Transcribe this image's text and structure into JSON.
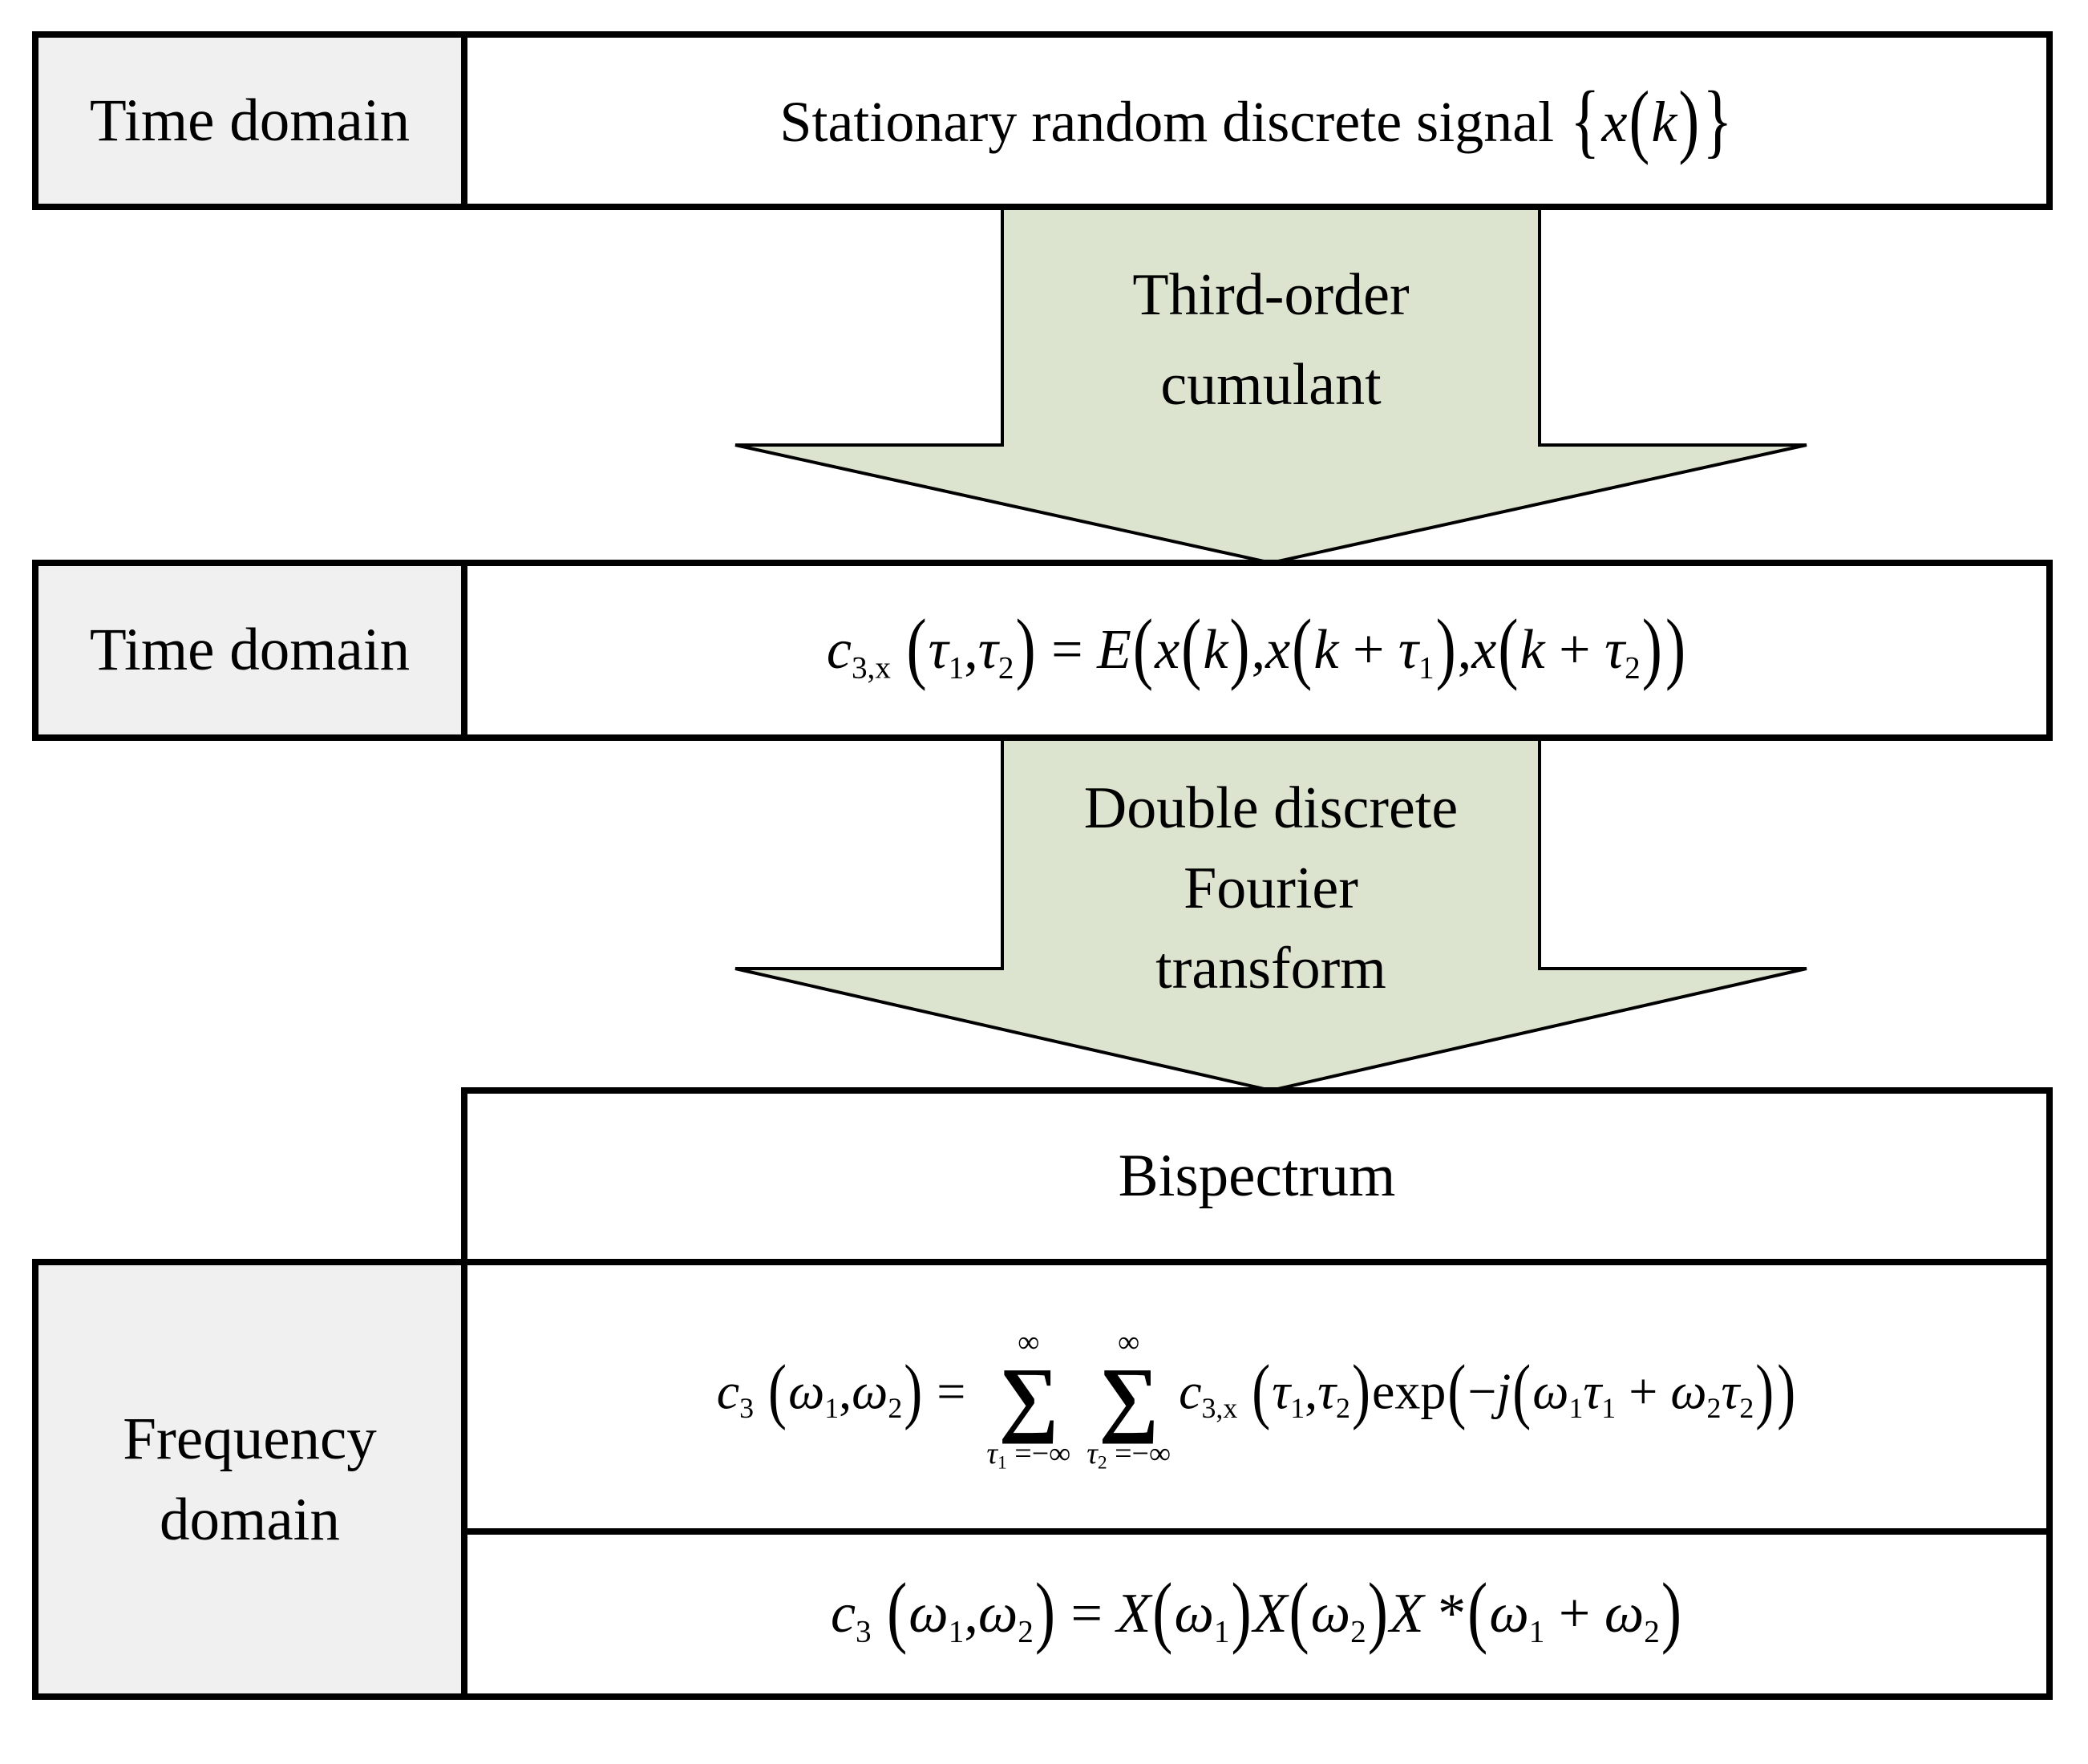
{
  "colors": {
    "arrow_fill": "#dce3ce",
    "label_bg": "#f0f0f0",
    "border": "#000000",
    "background": "#ffffff"
  },
  "row_top": {
    "label": "Time domain",
    "signal_tokens": [
      {
        "t": "Stationary random discrete signal  "
      },
      {
        "t": "{",
        "big": true
      },
      {
        "t": "x",
        "i": true
      },
      {
        "t": "(",
        "big": true
      },
      {
        "t": "k",
        "i": true
      },
      {
        "t": ")",
        "big": true
      },
      {
        "t": "}",
        "big": true
      }
    ]
  },
  "arrow_third_order": {
    "lines": [
      "Third-order",
      "cumulant"
    ]
  },
  "row_cumulant": {
    "label": "Time domain",
    "formula": [
      {
        "t": "c",
        "i": true
      },
      {
        "t": "3,x",
        "sub": true
      },
      {
        "t": " "
      },
      {
        "t": "(",
        "big": true
      },
      {
        "t": "τ",
        "i": true
      },
      {
        "t": "1",
        "sub": true
      },
      {
        "t": ","
      },
      {
        "t": "τ",
        "i": true
      },
      {
        "t": "2",
        "sub": true
      },
      {
        "t": ")",
        "big": true
      },
      {
        "t": " = "
      },
      {
        "t": "E",
        "i": true
      },
      {
        "t": "(",
        "big": true
      },
      {
        "t": "x",
        "i": true
      },
      {
        "t": "(",
        "big": true
      },
      {
        "t": "k",
        "i": true
      },
      {
        "t": ")",
        "big": true
      },
      {
        "t": ","
      },
      {
        "t": "x",
        "i": true
      },
      {
        "t": "(",
        "big": true
      },
      {
        "t": "k",
        "i": true
      },
      {
        "t": " + "
      },
      {
        "t": "τ",
        "i": true
      },
      {
        "t": "1",
        "sub": true
      },
      {
        "t": ")",
        "big": true
      },
      {
        "t": ","
      },
      {
        "t": "x",
        "i": true
      },
      {
        "t": "(",
        "big": true
      },
      {
        "t": "k",
        "i": true
      },
      {
        "t": " + "
      },
      {
        "t": "τ",
        "i": true
      },
      {
        "t": "2",
        "sub": true
      },
      {
        "t": ")",
        "big": true
      },
      {
        "t": ")",
        "big": true
      }
    ]
  },
  "arrow_dft": {
    "lines": [
      "Double discrete",
      "Fourier",
      "transform"
    ]
  },
  "bispectrum": {
    "title": "Bispectrum"
  },
  "frequency_domain": {
    "lines": [
      "Frequency",
      "domain"
    ]
  },
  "bispectrum_formula_sum": [
    {
      "t": "c",
      "i": true
    },
    {
      "t": "3",
      "sub": true
    },
    {
      "t": " "
    },
    {
      "t": "(",
      "big": true
    },
    {
      "t": "ω",
      "i": true
    },
    {
      "t": "1",
      "sub": true
    },
    {
      "t": ","
    },
    {
      "t": "ω",
      "i": true
    },
    {
      "t": "2",
      "sub": true
    },
    {
      "t": ")",
      "big": true
    },
    {
      "t": " = "
    },
    {
      "type": "sum",
      "sym": "∑",
      "top": [
        {
          "t": "∞"
        }
      ],
      "bot": [
        {
          "t": "τ",
          "i": true
        },
        {
          "t": "1",
          "sub": true
        },
        {
          "t": " =−∞"
        }
      ]
    },
    {
      "type": "sum",
      "sym": "∑",
      "top": [
        {
          "t": "∞"
        }
      ],
      "bot": [
        {
          "t": "τ",
          "i": true
        },
        {
          "t": "2",
          "sub": true
        },
        {
          "t": " =−∞"
        }
      ]
    },
    {
      "t": "c",
      "i": true
    },
    {
      "t": "3,x",
      "sub": true
    },
    {
      "t": " "
    },
    {
      "t": "(",
      "big": true
    },
    {
      "t": "τ",
      "i": true
    },
    {
      "t": "1",
      "sub": true
    },
    {
      "t": ","
    },
    {
      "t": "τ",
      "i": true
    },
    {
      "t": "2",
      "sub": true
    },
    {
      "t": ")",
      "big": true
    },
    {
      "t": "exp"
    },
    {
      "t": "(",
      "big": true
    },
    {
      "t": "−"
    },
    {
      "t": "j",
      "i": true
    },
    {
      "t": "(",
      "big": true
    },
    {
      "t": "ω",
      "i": true
    },
    {
      "t": "1",
      "sub": true
    },
    {
      "t": "τ",
      "i": true
    },
    {
      "t": "1",
      "sub": true
    },
    {
      "t": " + "
    },
    {
      "t": "ω",
      "i": true
    },
    {
      "t": "2",
      "sub": true
    },
    {
      "t": "τ",
      "i": true
    },
    {
      "t": "2",
      "sub": true
    },
    {
      "t": ")",
      "big": true
    },
    {
      "t": ")",
      "big": true
    }
  ],
  "bispectrum_formula_product": [
    {
      "t": "c",
      "i": true
    },
    {
      "t": "3",
      "sub": true
    },
    {
      "t": " "
    },
    {
      "t": "(",
      "big": true
    },
    {
      "t": "ω",
      "i": true
    },
    {
      "t": "1",
      "sub": true
    },
    {
      "t": ","
    },
    {
      "t": "ω",
      "i": true
    },
    {
      "t": "2",
      "sub": true
    },
    {
      "t": ")",
      "big": true
    },
    {
      "t": " = "
    },
    {
      "t": "X",
      "i": true
    },
    {
      "t": "(",
      "big": true
    },
    {
      "t": "ω",
      "i": true
    },
    {
      "t": "1",
      "sub": true
    },
    {
      "t": ")",
      "big": true
    },
    {
      "t": "X",
      "i": true
    },
    {
      "t": "(",
      "big": true
    },
    {
      "t": "ω",
      "i": true
    },
    {
      "t": "2",
      "sub": true
    },
    {
      "t": ")",
      "big": true
    },
    {
      "t": "X",
      "i": true
    },
    {
      "t": " *"
    },
    {
      "t": "(",
      "big": true
    },
    {
      "t": "ω",
      "i": true
    },
    {
      "t": "1",
      "sub": true
    },
    {
      "t": " + "
    },
    {
      "t": "ω",
      "i": true
    },
    {
      "t": "2",
      "sub": true
    },
    {
      "t": ")",
      "big": true
    }
  ]
}
